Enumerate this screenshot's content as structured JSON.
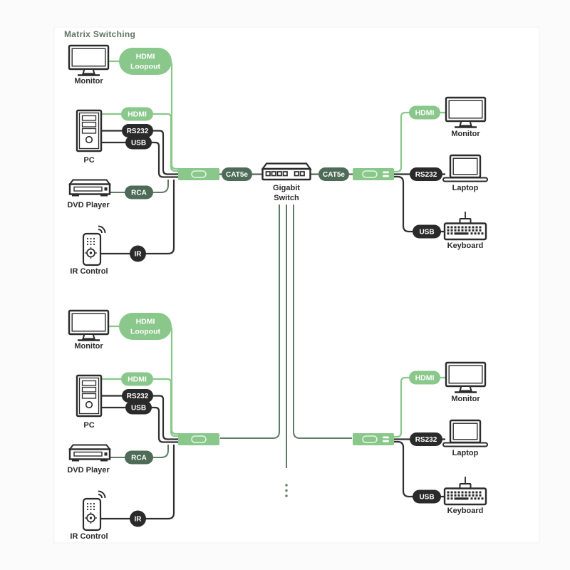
{
  "title": "Matrix Switching",
  "colors": {
    "accent_green": "#89C78B",
    "dark_pill": "#2A2A2A",
    "sage_pill": "#4E6B57",
    "sage_line": "#5E7D66",
    "title_text": "#5F7365",
    "label_text": "#2B2B2B"
  },
  "icons": {
    "monitor_icon": "desktop monitor with stand",
    "pc_tower_icon": "pc tower with drive slots and power button",
    "dvd_player_icon": "dvd player with disc slot",
    "ir_remote_icon": "remote control with wireless waves",
    "gigabit_switch_icon": "network switch box with ports",
    "laptop_icon": "laptop with base",
    "keyboard_icon": "keyboard with cable",
    "transmitter_box_icon": "green extender transmitter unit",
    "receiver_box_icon": "green extender receiver unit with equals mark",
    "ellipsis_dots_icon": "vertical continuation dots"
  },
  "backbone": {
    "cat5e_left": "CAT5e",
    "cat5e_right": "CAT5e",
    "switch_label_line1": "Gigabit",
    "switch_label_line2": "Switch"
  },
  "sections": [
    {
      "left": {
        "monitor_label": "Monitor",
        "monitor_port_line1": "HDMI",
        "monitor_port_line2": "Loopout",
        "pc_label": "PC",
        "pc_ports": [
          "HDMI",
          "RS232",
          "USB"
        ],
        "dvd_label": "DVD Player",
        "dvd_port": "RCA",
        "ir_label": "IR Control",
        "ir_port": "IR"
      },
      "right": {
        "monitor_label": "Monitor",
        "monitor_port": "HDMI",
        "laptop_label": "Laptop",
        "laptop_port": "RS232",
        "keyboard_label": "Keyboard",
        "keyboard_port": "USB"
      }
    },
    {
      "left": {
        "monitor_label": "Monitor",
        "monitor_port_line1": "HDMI",
        "monitor_port_line2": "Loopout",
        "pc_label": "PC",
        "pc_ports": [
          "HDMI",
          "RS232",
          "USB"
        ],
        "dvd_label": "DVD Player",
        "dvd_port": "RCA",
        "ir_label": "IR Control",
        "ir_port": "IR"
      },
      "right": {
        "monitor_label": "Monitor",
        "monitor_port": "HDMI",
        "laptop_label": "Laptop",
        "laptop_port": "RS232",
        "keyboard_label": "Keyboard",
        "keyboard_port": "USB"
      }
    }
  ]
}
